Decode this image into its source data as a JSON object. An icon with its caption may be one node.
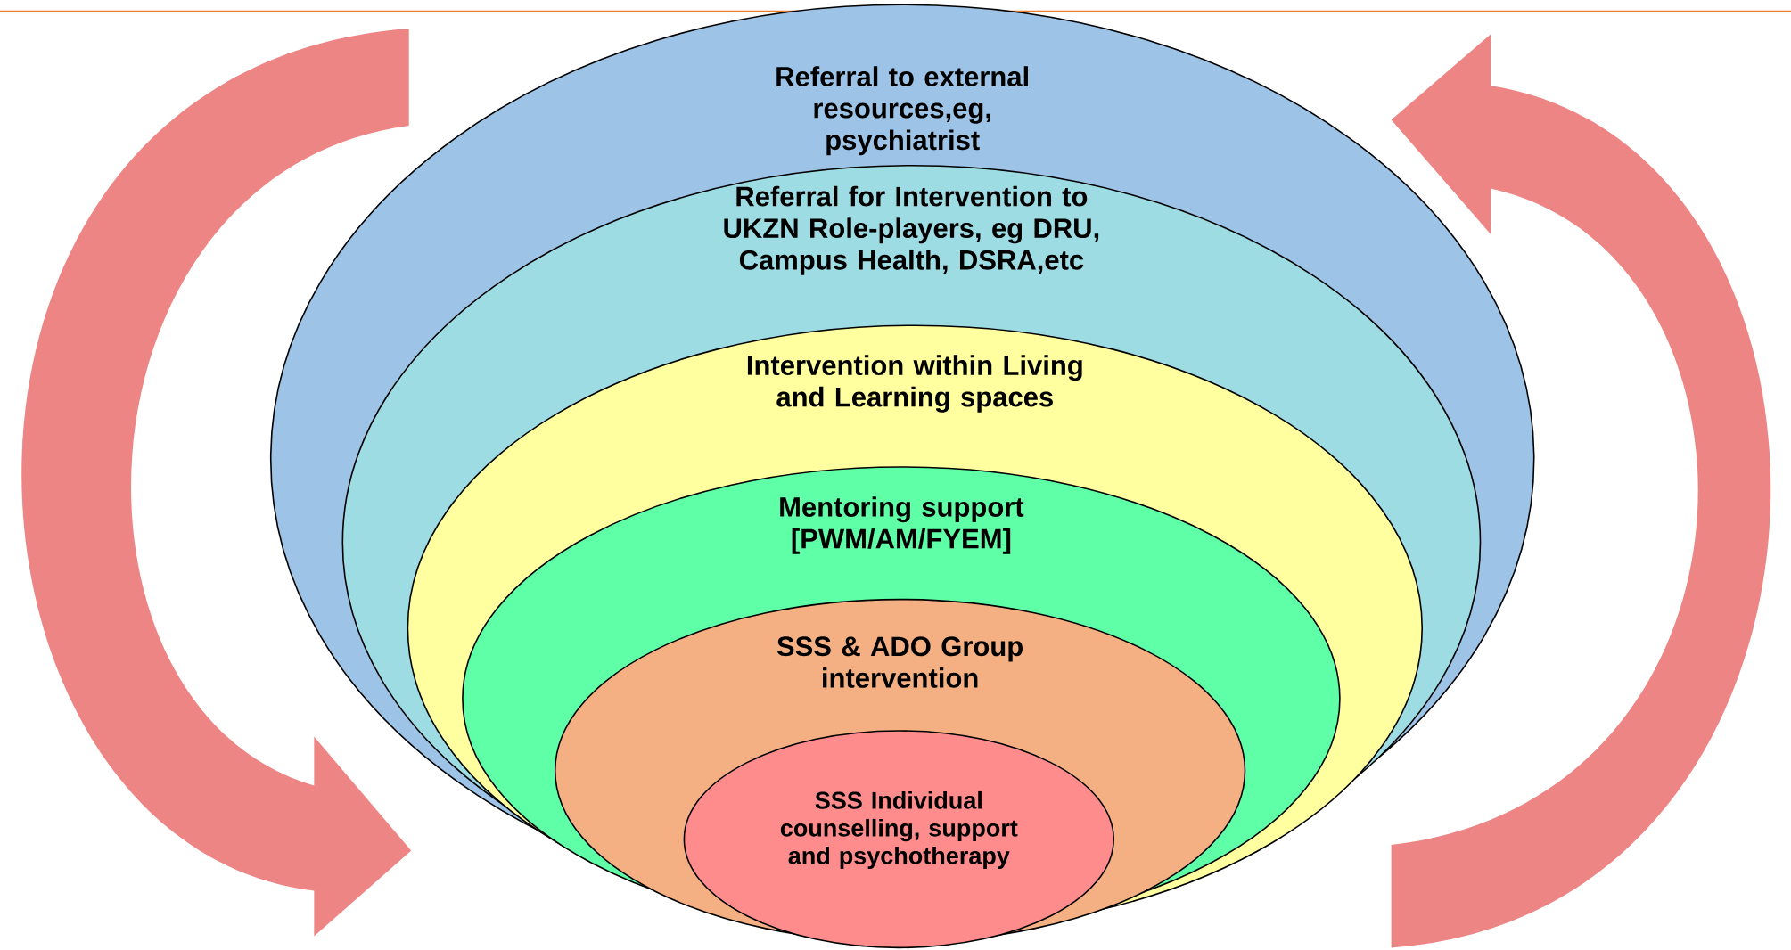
{
  "diagram": {
    "nodes": [
      {
        "text": [
          "Referral to external resources,eg, psychiatrist"
        ]
      },
      {
        "text": [
          "Referral for Intervention to UKZN Role-players, eg DRU, Campus Health, DSRA,etc"
        ],
        "in": 0
      },
      {
        "text": [
          "Intervention within Living and Learning spaces"
        ],
        "in": 1
      },
      {
        "text": [
          "Mentoring support [PWM/AM/FYEM]"
        ],
        "in": 2
      },
      {
        "text": [
          "SSS & ADO Group intervention"
        ],
        "in": 3
      },
      {
        "text": [
          "SSS  Individual counselling, support and psychotherapy"
        ],
        "in": 4
      }
    ]
  }
}
